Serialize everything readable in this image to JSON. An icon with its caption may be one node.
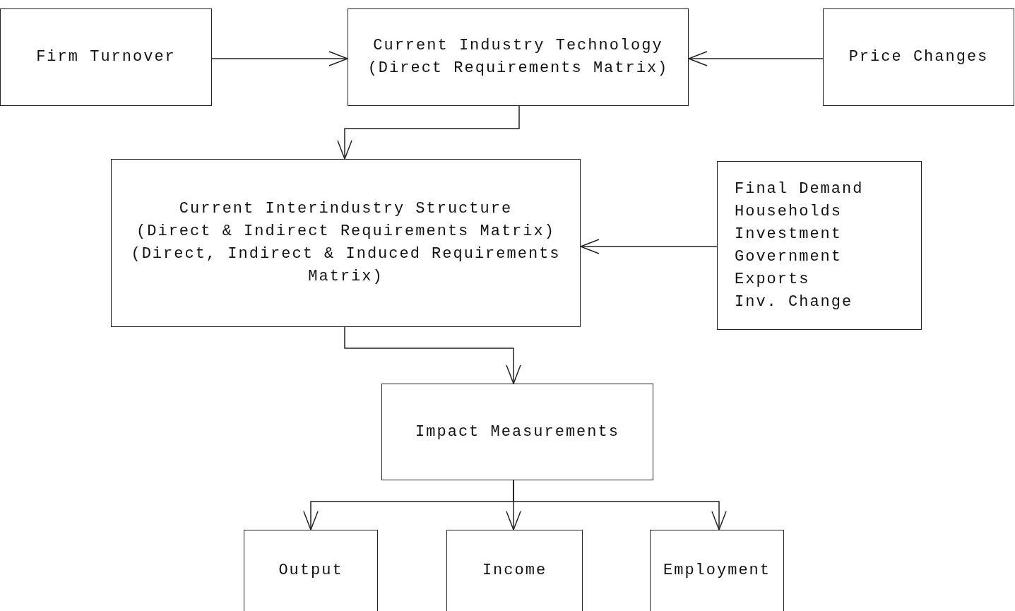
{
  "diagram": {
    "nodes": [
      {
        "text": [
          "Firm Turnover"
        ]
      },
      {
        "text": [
          "Current Industry Technology",
          "(Direct Requirements Matrix)"
        ]
      },
      {
        "text": [
          "Price Changes"
        ]
      },
      {
        "text": [
          "Current Interindustry Structure",
          "(Direct & Indirect Requirements Matrix)",
          "(Direct, Indirect & Induced Requirements Matrix)"
        ]
      },
      {
        "text": [
          "Final Demand",
          "Households",
          "Investment",
          "Government",
          "Exports",
          "Inv. Change"
        ]
      },
      {
        "text": [
          "Impact Measurements"
        ]
      },
      {
        "text": [
          "Output"
        ]
      },
      {
        "text": [
          "Income"
        ]
      },
      {
        "text": [
          "Employment"
        ]
      }
    ],
    "edges": [
      {
        "from": 0,
        "to": 1,
        "arrow": "to"
      },
      {
        "from": 2,
        "to": 1,
        "arrow": "to"
      },
      {
        "from": 1,
        "to": 3,
        "arrow": "to"
      },
      {
        "from": 4,
        "to": 3,
        "arrow": "to"
      },
      {
        "from": 3,
        "to": 5,
        "arrow": "to"
      },
      {
        "from": 5,
        "to": 6,
        "arrow": "to"
      },
      {
        "from": 5,
        "to": 7,
        "arrow": "to"
      },
      {
        "from": 5,
        "to": 8,
        "arrow": "to"
      }
    ]
  }
}
